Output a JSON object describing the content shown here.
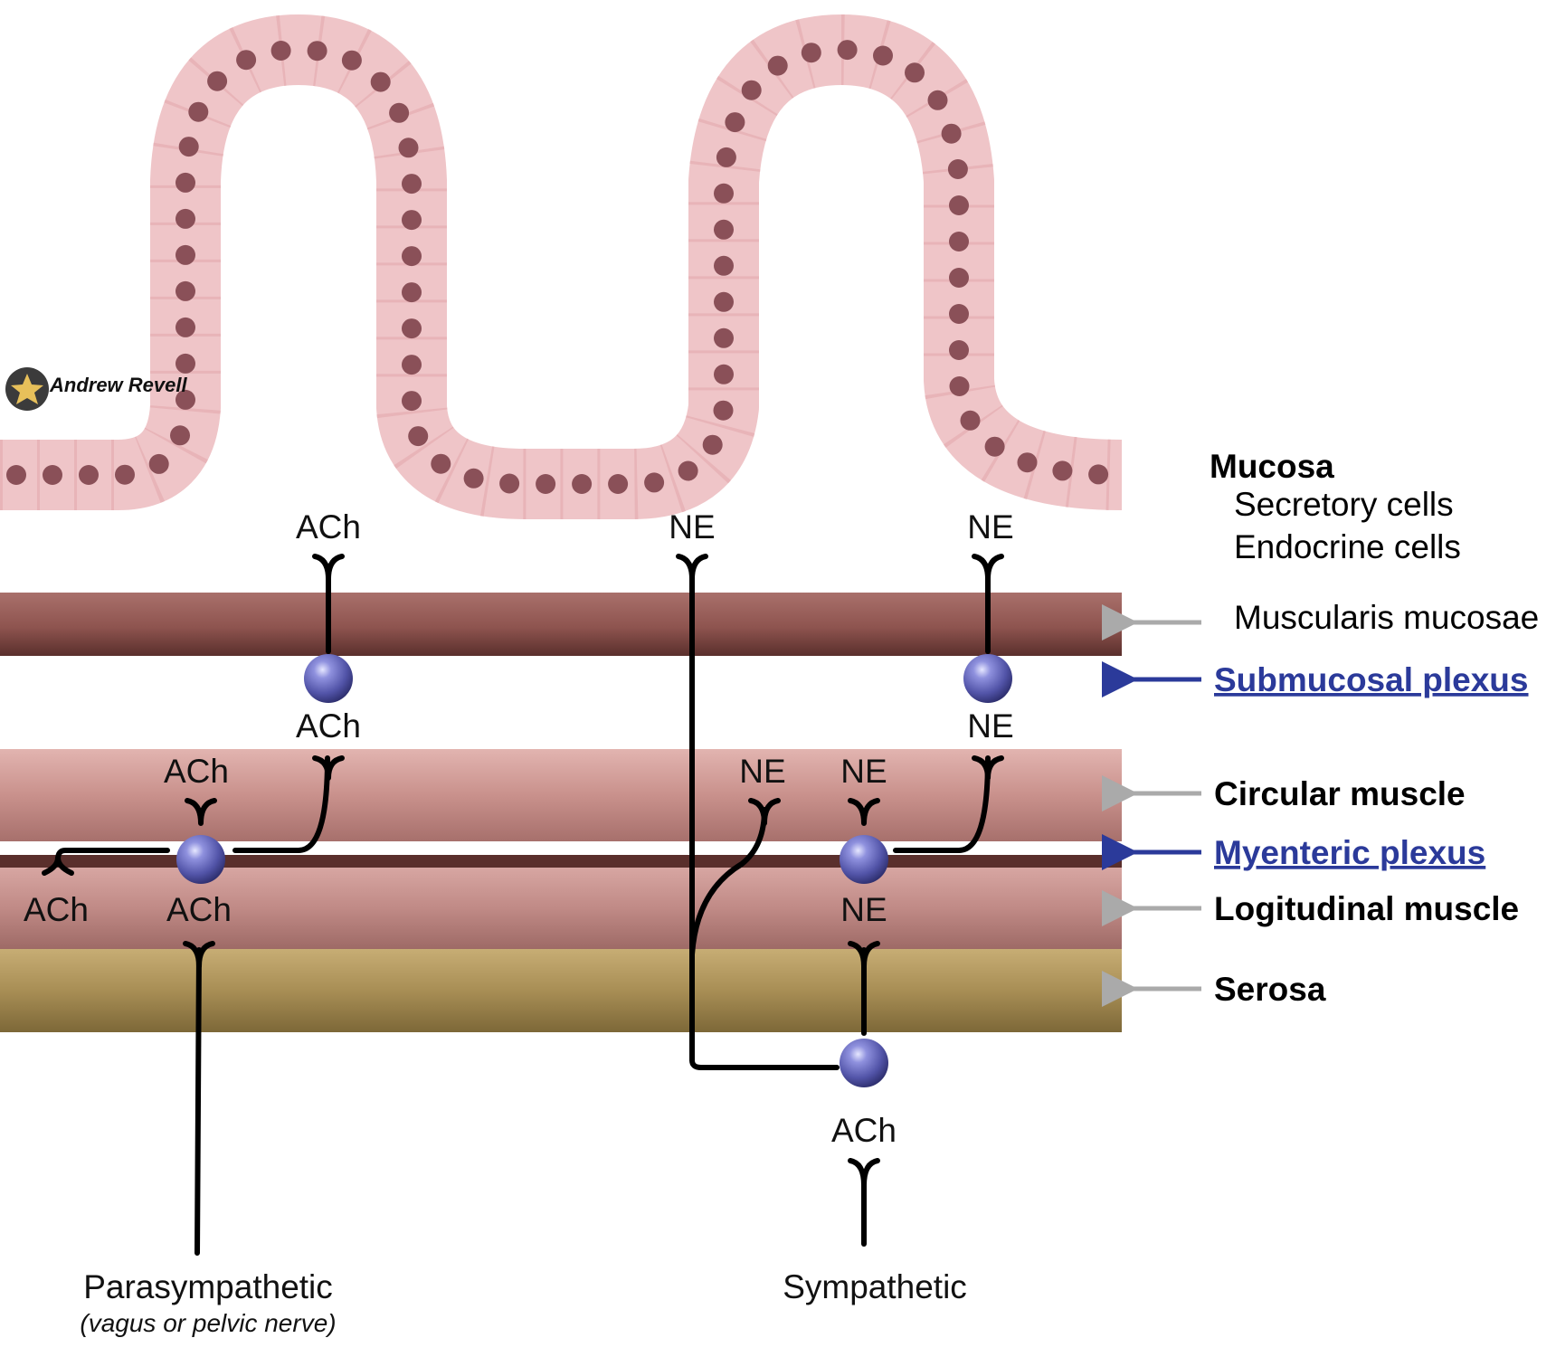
{
  "logo": {
    "text": "Andrew Revell"
  },
  "layers": {
    "mucosa": {
      "title": "Mucosa",
      "sub1": "Secretory cells",
      "sub2": "Endocrine cells"
    },
    "muscularis_mucosae": "Muscularis mucosae",
    "submucosal_plexus": "Submucosal plexus",
    "circular_muscle": "Circular muscle",
    "myenteric_plexus": "Myenteric plexus",
    "longitudinal_muscle": "Logitudinal muscle",
    "serosa": "Serosa"
  },
  "transmitters": {
    "ach": "ACh",
    "ne": "NE"
  },
  "pathways": {
    "parasympathetic": "Parasympathetic",
    "parasympathetic_sub": "(vagus or pelvic nerve)",
    "sympathetic": "Sympathetic"
  },
  "colors": {
    "muscularis_mucosae": "#8f5450",
    "circular_muscle": "#c9918c",
    "longitudinal_muscle": "#c08a86",
    "serosa": "#a88e55",
    "plexus_link": "#2b3a9a",
    "arrow_gray": "#aaaaaa",
    "neuron": "#6d6fc2"
  }
}
